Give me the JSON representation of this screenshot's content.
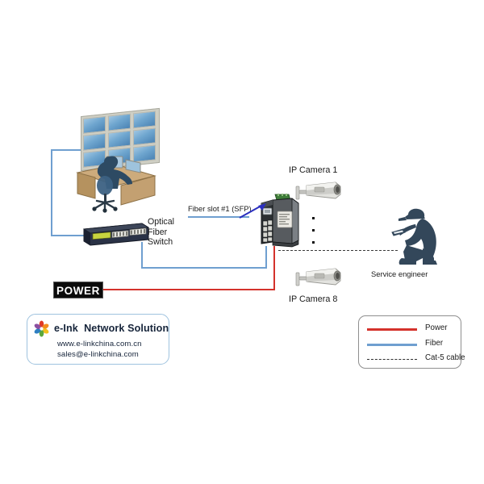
{
  "diagram": {
    "title": "e-Link Network Solution - Optical Fiber Switch IP Camera Topology",
    "background": "#ffffff"
  },
  "labels": {
    "optical_fiber_switch": "Optical\nFiber\nSwitch",
    "fiber_slot": "Fiber slot #1 (SFP)",
    "ip_camera_1": "IP Camera 1",
    "ip_camera_8": "IP Camera 8",
    "service_engineer": "Service engineer",
    "power": "POWER"
  },
  "brand": {
    "name": "e-Ink  Network Solution",
    "website": "www.e-linkchina.com.cn",
    "email": "sales@e-linkchina.com",
    "logo_icon": "pinwheel-logo-icon",
    "logo_colors": [
      "#e03a26",
      "#f28c1e",
      "#f2c01e",
      "#5ba83c",
      "#2f7fc1",
      "#8c4fa0"
    ]
  },
  "legend": {
    "items": [
      {
        "label": "Power",
        "color": "#d4322c",
        "style": "solid"
      },
      {
        "label": "Fiber",
        "color": "#6f9fd0",
        "style": "solid"
      },
      {
        "label": "Cat-5 cable",
        "color": "#2e2e2e",
        "style": "dashed"
      }
    ]
  },
  "devices": {
    "video_wall": {
      "name": "video-wall",
      "rows": 3,
      "cols": 3,
      "screen_color": "#6fa6cf"
    },
    "operator": {
      "name": "operator-silhouette",
      "color": "#2d4a63"
    },
    "rack_switch": {
      "name": "rackmount-switch",
      "ports": 24,
      "color": "#252c3b"
    },
    "industrial_switch": {
      "name": "industrial-din-switch",
      "rj45_ports": 8,
      "sfp_ports": 1,
      "color": "#303437"
    },
    "cameras": {
      "name": "ip-camera",
      "count": 8,
      "shown": 2,
      "color": "#d8d8d4"
    },
    "engineer": {
      "name": "service-engineer-silhouette",
      "color": "#33475a"
    }
  },
  "connections": {
    "fiber_color": "#6f9fd0",
    "power_color": "#d4322c",
    "cat5_color": "#2e2e2e"
  }
}
